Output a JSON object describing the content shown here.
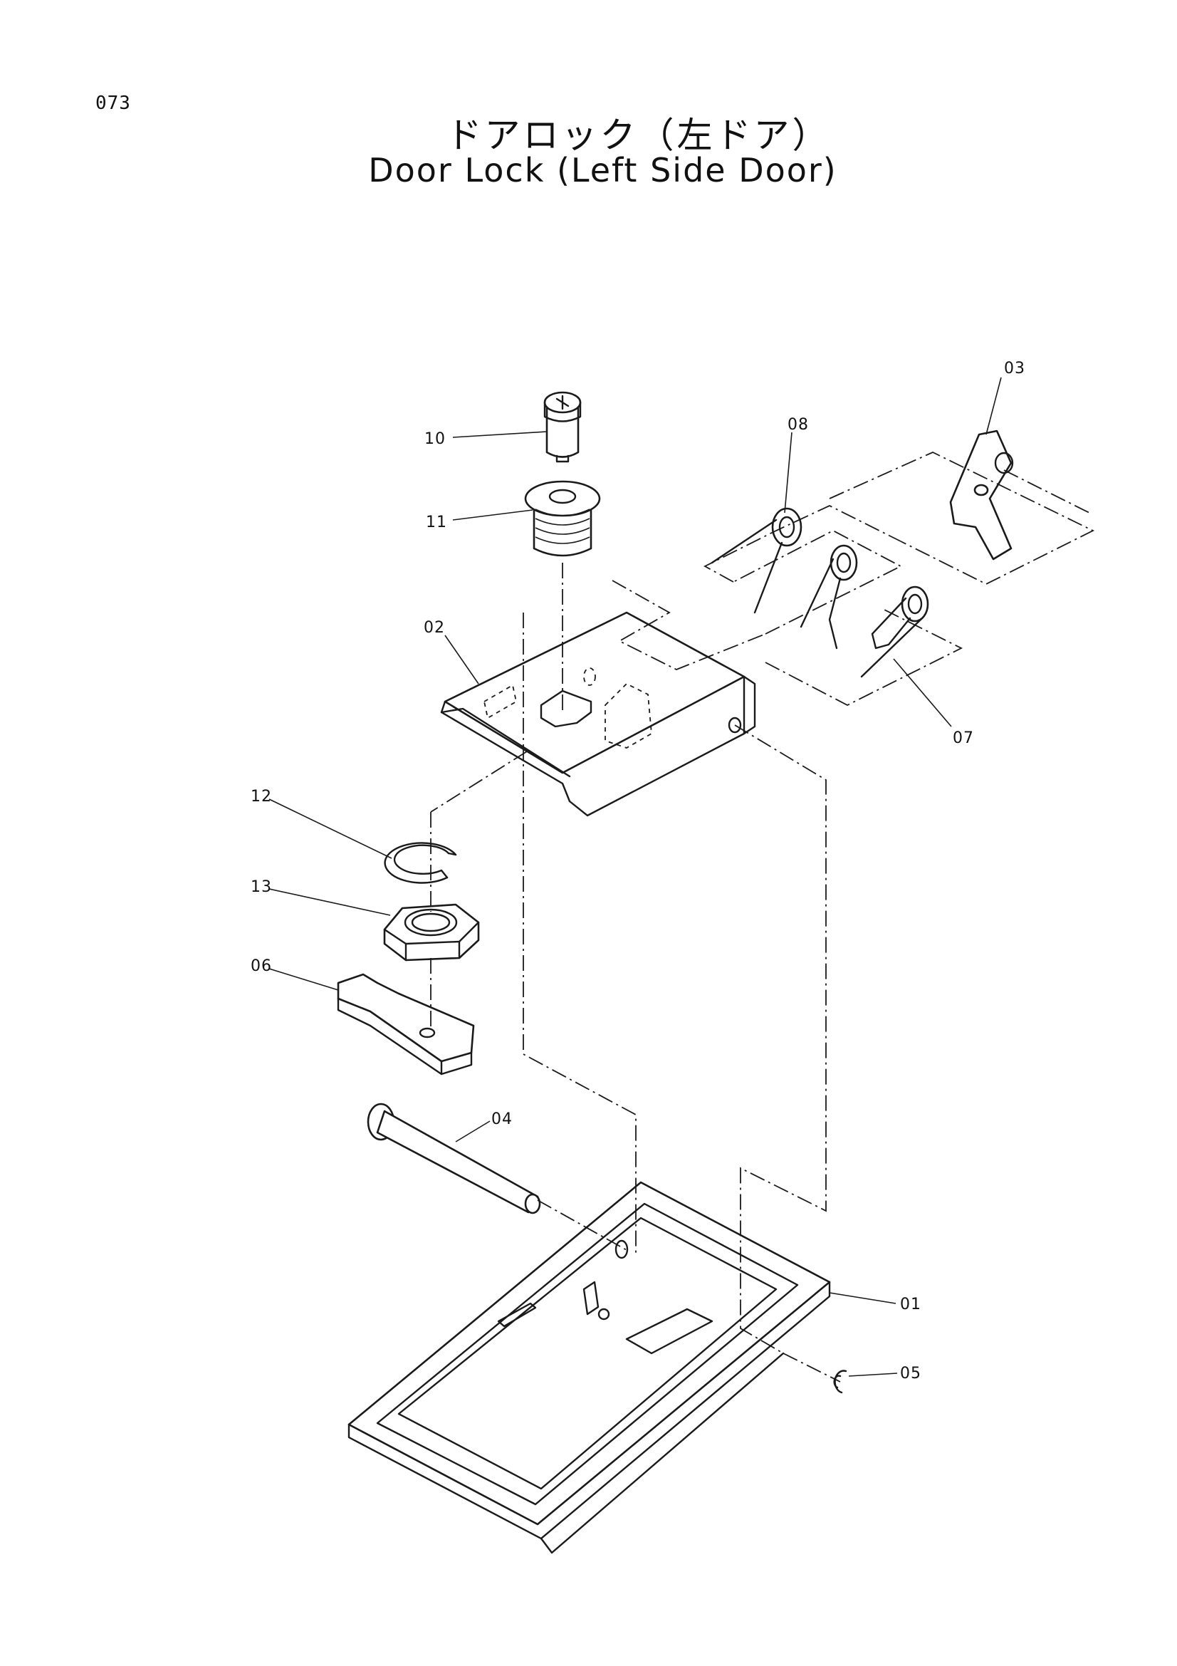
{
  "page_number": "073",
  "title_jp": "ドアロック（左ドア）",
  "title_en": "Door Lock (Left Side Door)",
  "callouts": {
    "c01": "01",
    "c02": "02",
    "c03": "03",
    "c04": "04",
    "c05": "05",
    "c06": "06",
    "c07": "07",
    "c08": "08",
    "c10": "10",
    "c11": "11",
    "c12": "12",
    "c13": "13"
  }
}
